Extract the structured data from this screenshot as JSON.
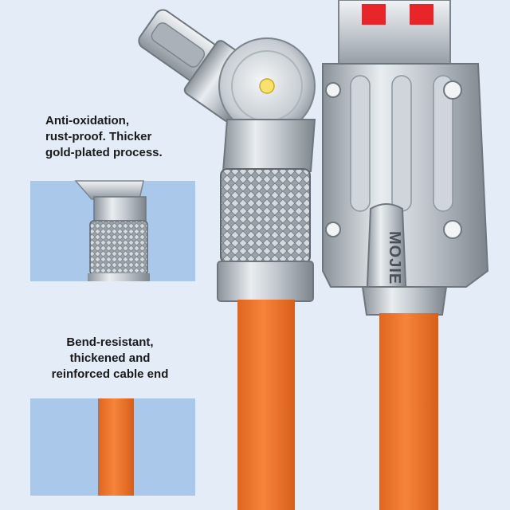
{
  "captions": {
    "oxidation": [
      "Anti-oxidation,",
      "rust-proof. Thicker",
      "gold-plated process."
    ],
    "bend": [
      "Bend-resistant,",
      "thickened and",
      "reinforced cable end"
    ]
  },
  "connector_engraving": "MOJIE",
  "colors": {
    "background": "#e3ecf7",
    "panel_blue": "#a9c8ea",
    "cable_orange": "#f2792e",
    "metal_light": "#d8dde2",
    "metal_dark": "#8e969e",
    "usb_red": "#e8262a"
  }
}
